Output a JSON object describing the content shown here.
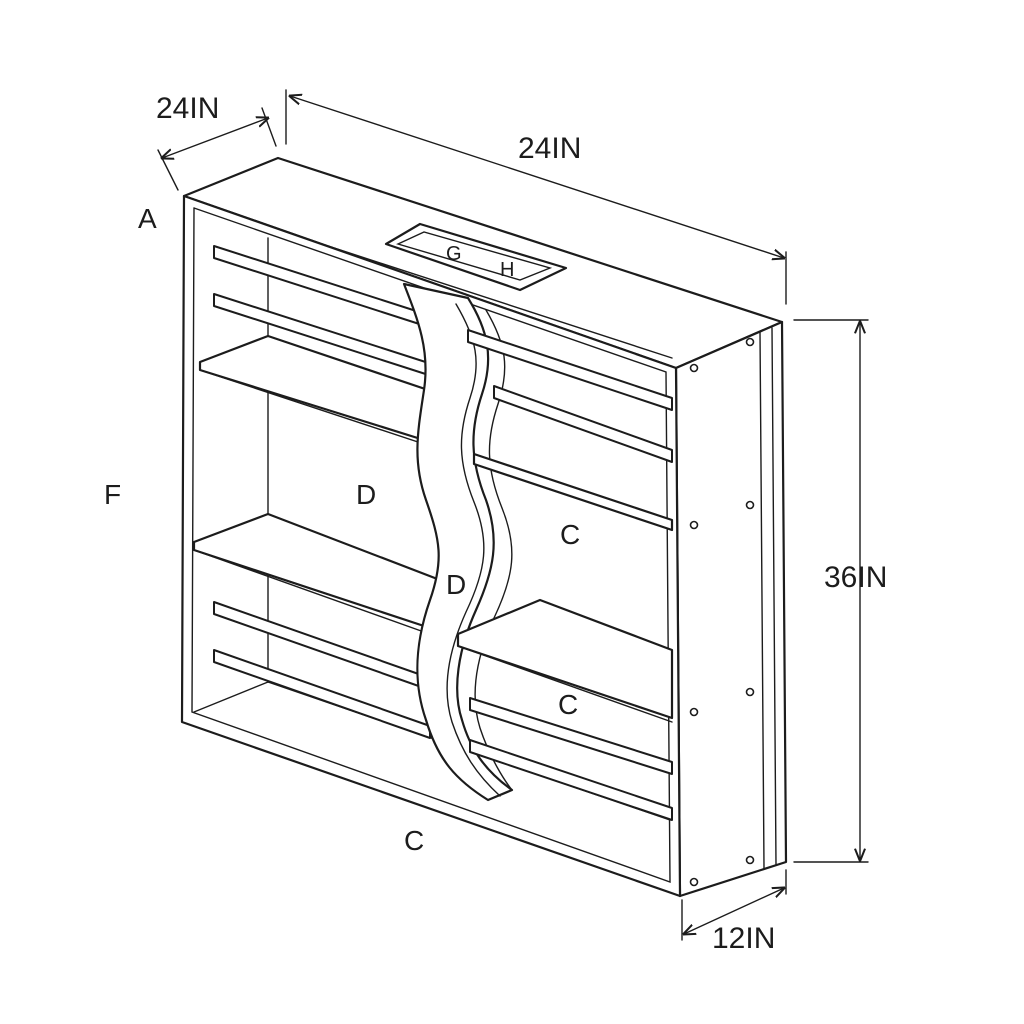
{
  "dimensions": {
    "depth_top": "24IN",
    "width_top": "24IN",
    "height_right": "36IN",
    "depth_bottom": "12IN"
  },
  "parts": {
    "a": "A",
    "f": "F",
    "d_left": "D",
    "d_center": "D",
    "c_right_upper": "C",
    "c_right_lower": "C",
    "c_bottom": "C",
    "g": "G",
    "h": "H"
  },
  "colors": {
    "line": "#1c1c1c",
    "background": "#ffffff"
  }
}
